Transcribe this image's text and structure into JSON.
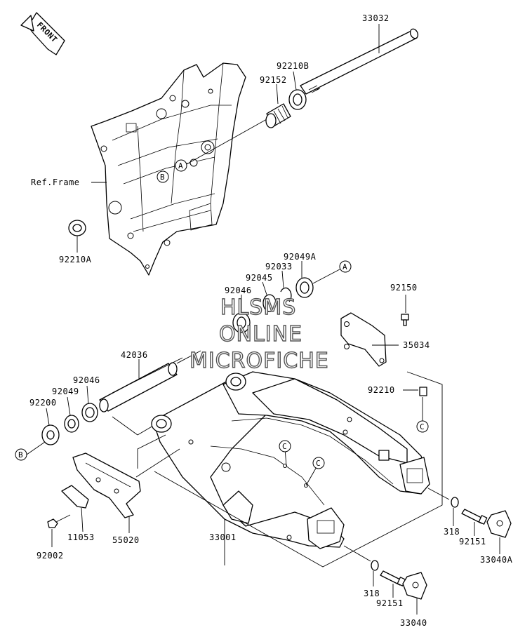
{
  "front_badge": "FRONT",
  "watermark": [
    "HLSMS",
    "ONLINE",
    "MICROFICHE"
  ],
  "ref_frame": "Ref.Frame",
  "part_labels": {
    "p33032": "33032",
    "p92210B": "92210B",
    "p92152": "92152",
    "p92210A": "92210A",
    "p92049A": "92049A",
    "p92033": "92033",
    "p92045": "92045",
    "p92046_top": "92046",
    "p92150": "92150",
    "p35034": "35034",
    "p42036": "42036",
    "p92046_left": "92046",
    "p92049": "92049",
    "p92200": "92200",
    "p92210": "92210",
    "p11053": "11053",
    "p55020": "55020",
    "p92002": "92002",
    "p33001": "33001",
    "p318_right": "318",
    "p92151_right": "92151",
    "p33040A": "33040A",
    "p318_bottom": "318",
    "p92151_bottom": "92151",
    "p33040": "33040"
  },
  "callouts": {
    "a_frame": "A",
    "a_seal": "A",
    "b_frame": "B",
    "b_left": "B",
    "c_arm1": "C",
    "c_arm2": "C",
    "c_right": "C"
  }
}
